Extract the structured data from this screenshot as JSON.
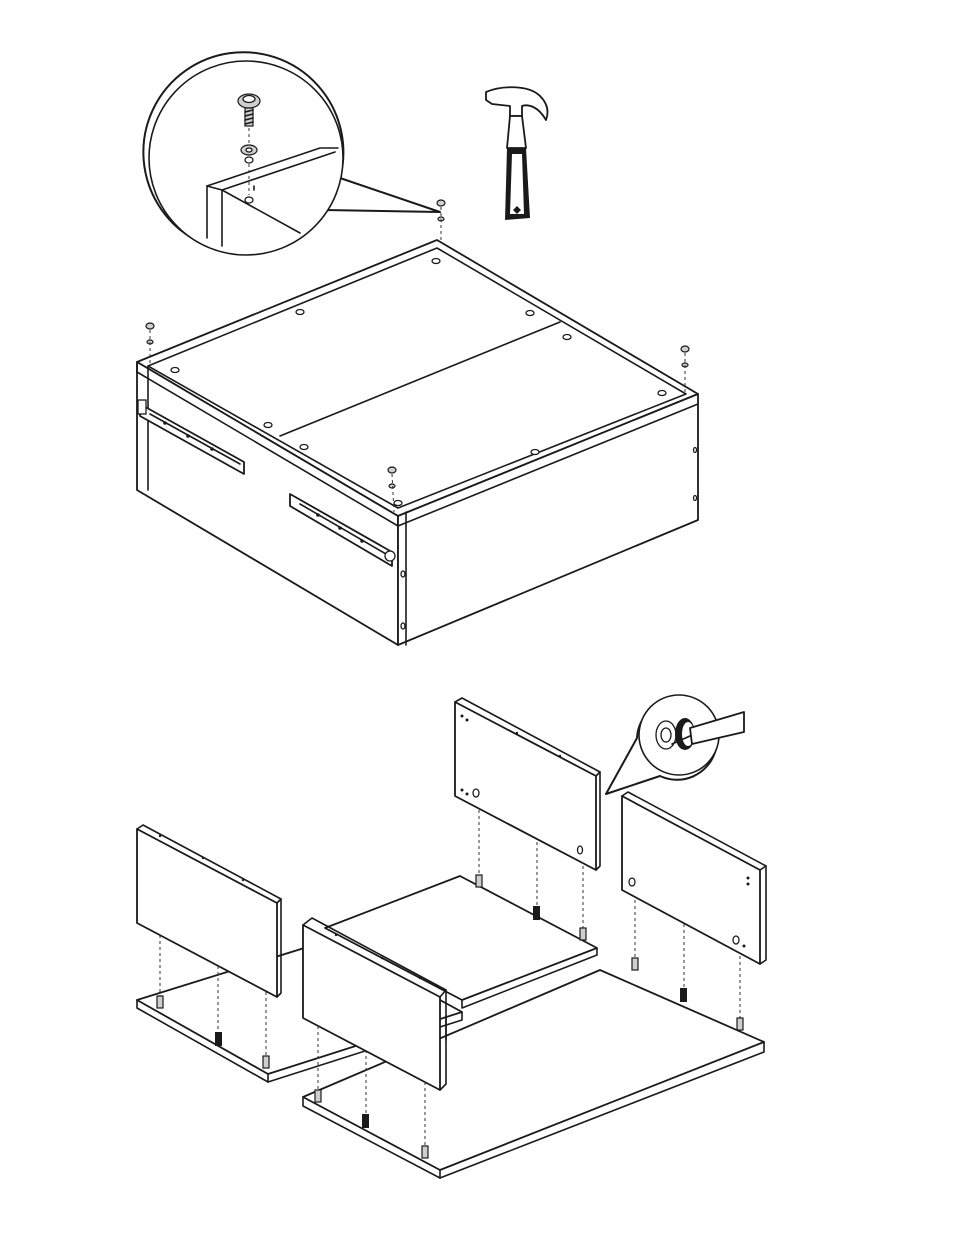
{
  "diagram": {
    "steps": [
      {
        "name": "cabinet-top-fastening",
        "tool": "hammer-icon",
        "fasteners": 4
      },
      {
        "name": "drawer-box-assembly",
        "tool": "cam-lock-screwdriver-icon",
        "panels": 4
      }
    ]
  },
  "colors": {
    "line": "#1a1a1a",
    "background": "#ffffff",
    "fill_grey": "#cfcfcf"
  }
}
